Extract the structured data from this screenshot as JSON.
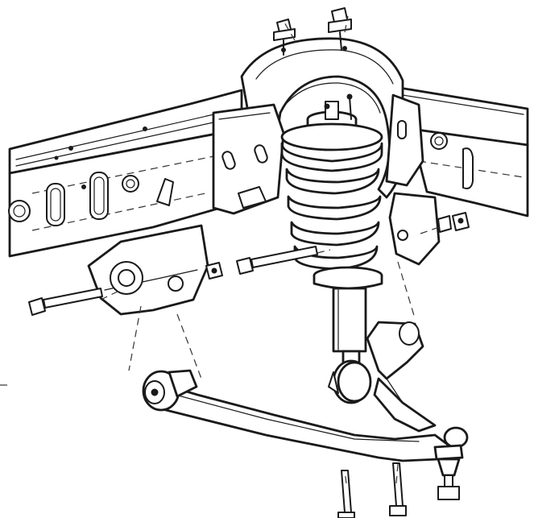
{
  "diagram": {
    "palette": {
      "ink": "#1a1a1a",
      "paper": "#ffffff",
      "shade": "#d6d6d6"
    },
    "parts": [
      "frame-rail",
      "frame-crossmember",
      "coil-spring",
      "strut-shock-absorber",
      "upper-strut-mount",
      "spring-tower-bracket",
      "lower-control-arm",
      "ball-joint",
      "pivot-bolt",
      "nut",
      "stud"
    ]
  }
}
